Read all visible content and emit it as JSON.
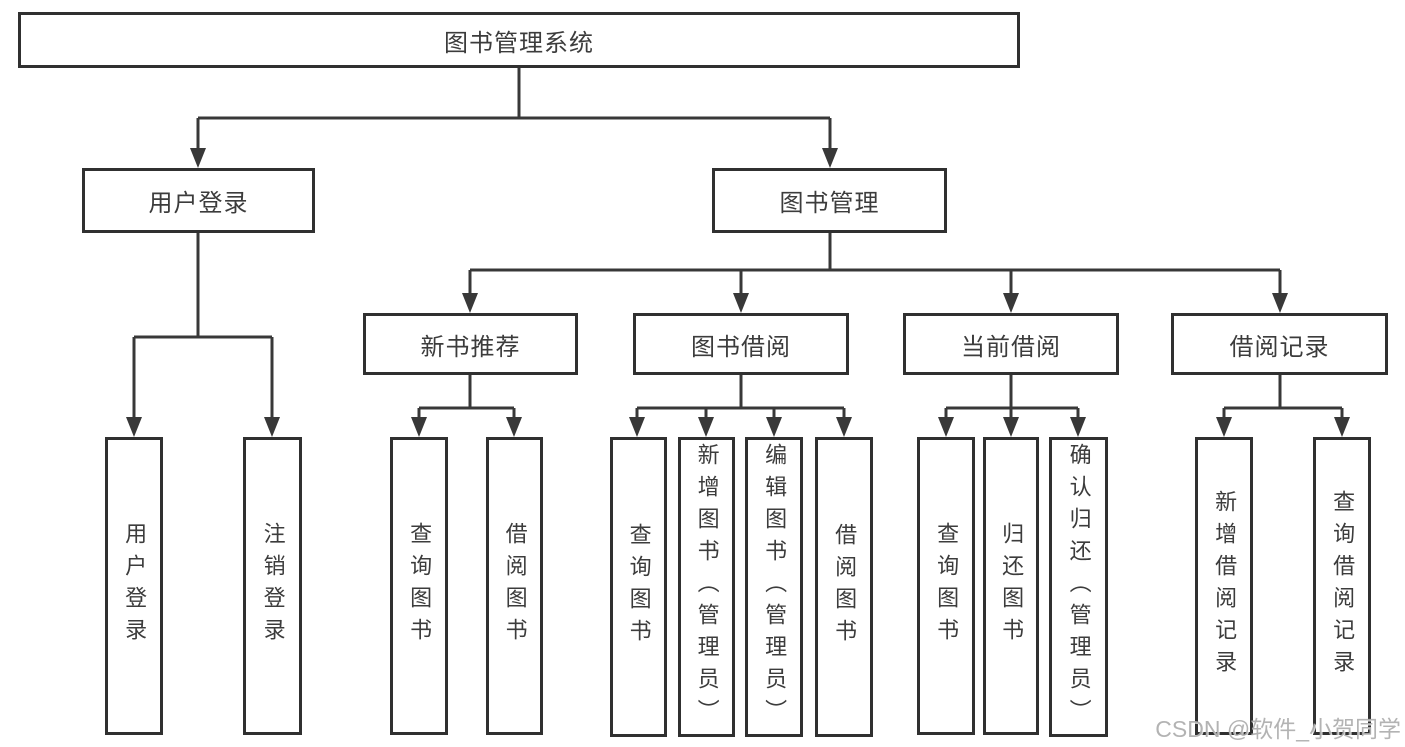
{
  "diagram_title": "图书管理系统",
  "nodes": {
    "root": "图书管理系统",
    "user_login": "用户登录",
    "book_mgmt": "图书管理",
    "recommend": "新书推荐",
    "borrow": "图书借阅",
    "current": "当前借阅",
    "records": "借阅记录",
    "leaf_user_login": "用户登录",
    "leaf_logout": "注销登录",
    "leaf_rec_search": "查询图书",
    "leaf_rec_borrow": "借阅图书",
    "leaf_bor_search": "查询图书",
    "leaf_bor_add": "新增图书（管理员）",
    "leaf_bor_edit": "编辑图书（管理员）",
    "leaf_bor_borrow": "借阅图书",
    "leaf_cur_search": "查询图书",
    "leaf_cur_return": "归还图书",
    "leaf_cur_confirm": "确认归还（管理员）",
    "leaf_log_add": "新增借阅记录",
    "leaf_log_search": "查询借阅记录"
  },
  "hierarchy": {
    "图书管理系统": {
      "用户登录": [
        "用户登录",
        "注销登录"
      ],
      "图书管理": {
        "新书推荐": [
          "查询图书",
          "借阅图书"
        ],
        "图书借阅": [
          "查询图书",
          "新增图书（管理员）",
          "编辑图书（管理员）",
          "借阅图书"
        ],
        "当前借阅": [
          "查询图书",
          "归还图书",
          "确认归还（管理员）"
        ],
        "借阅记录": [
          "新增借阅记录",
          "查询借阅记录"
        ]
      }
    }
  },
  "watermark": "CSDN @软件_小贺同学",
  "colors": {
    "background": "#ffffff",
    "line": "#383838",
    "border": "#303030",
    "text": "#3c3c3c",
    "watermark": "#acacac"
  }
}
